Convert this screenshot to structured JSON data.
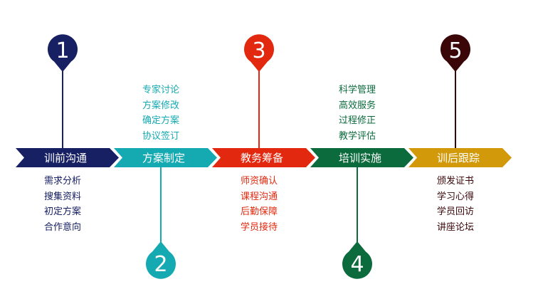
{
  "stages": [
    {
      "number": "1",
      "title": "训前沟通",
      "color": "#172063",
      "pin": "top",
      "items": [
        "需求分析",
        "搜集资料",
        "初定方案",
        "合作意向"
      ],
      "items_position": "below"
    },
    {
      "number": "2",
      "title": "方案制定",
      "color": "#15aab2",
      "pin": "bottom",
      "items": [
        "专家讨论",
        "方案修改",
        "确定方案",
        "协议签订"
      ],
      "items_position": "above"
    },
    {
      "number": "3",
      "title": "教务筹备",
      "color": "#e2290f",
      "pin": "top",
      "items": [
        "师资确认",
        "课程沟通",
        "后勤保障",
        "学员接待"
      ],
      "items_position": "below"
    },
    {
      "number": "4",
      "title": "培训实施",
      "color": "#0c6b3d",
      "pin": "bottom",
      "items": [
        "科学管理",
        "高效服务",
        "过程修正",
        "教学评估"
      ],
      "items_position": "above"
    },
    {
      "number": "5",
      "title": "训后跟踪",
      "color": "#d29a0a",
      "pin_color": "#3a0608",
      "pin": "top",
      "items": [
        "颁发证书",
        "学习心得",
        "学员回访",
        "讲座论坛"
      ],
      "items_position": "below",
      "items_color": "#3a0608"
    }
  ]
}
